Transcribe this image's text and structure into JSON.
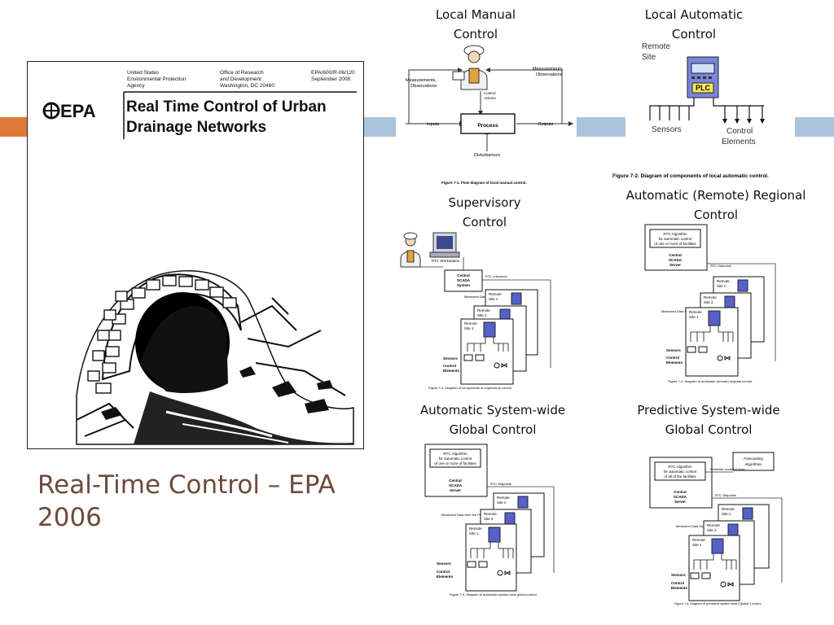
{
  "colors": {
    "accent_orange": "#e0783a",
    "accent_blue": "#a9c4dd",
    "title_brown": "#6e4a3c"
  },
  "slide": {
    "title": "Real-Time Control – EPA 2006"
  },
  "report": {
    "header_col1": [
      "United States",
      "Environmental Protection",
      "Agency"
    ],
    "header_col2": [
      "Office of Research",
      "and Development",
      "Washington, DC 20460"
    ],
    "header_col3": [
      "EPA/600/R-06/120",
      "September 2006"
    ],
    "logo_text": "EPA",
    "title_line1": "Real Time Control of Urban",
    "title_line2": "Drainage Networks"
  },
  "captions": {
    "local_manual": [
      "Local Manual",
      "Control"
    ],
    "local_automatic": [
      "Local Automatic",
      "Control"
    ],
    "supervisory": [
      "Supervisory",
      "Control"
    ],
    "regional": [
      "Automatic (Remote) Regional",
      "Control"
    ],
    "system_wide": [
      "Automatic System-wide",
      "Global Control"
    ],
    "predictive": [
      "Predictive System-wide",
      "Global Control"
    ]
  },
  "fig_manual": {
    "meas_left": [
      "Measurements,",
      "Observations"
    ],
    "meas_right": [
      "Measurements,",
      "Observations"
    ],
    "inputs": "Inputs",
    "process": "Process",
    "outputs": "Outputs",
    "control_actions": [
      "Control",
      "Actions"
    ],
    "disturbances": "Disturbances",
    "caption": "Figure 7-1.  Flow diagram of  local manual control."
  },
  "fig_auto": {
    "remote_site": [
      "Remote",
      "Site"
    ],
    "plc": "PLC",
    "sensors": "Sensors",
    "control_elements": [
      "Control",
      "Elements"
    ],
    "caption": "Figure 7-2.  Diagram of components of local automatic control."
  },
  "fig_super": {
    "workstation": "RTC Workstation",
    "scada": [
      "Central",
      "SCADA",
      "System"
    ],
    "rtc_outcomes": "RTC outcomes",
    "measured": "Measured Data from the Field",
    "site_n": [
      "Remote",
      "Site n"
    ],
    "site_2": [
      "Remote",
      "Site 2"
    ],
    "site_1": [
      "Remote",
      "Site 1"
    ],
    "sensors": "Sensors",
    "control_elements": [
      "Control",
      "Elements"
    ],
    "caption": "Figure 7-3.  Diagram of components of supervisory control."
  },
  "fig_regional": {
    "algo": [
      "RTC Algorithm",
      "for automatic control",
      "of one or more of facilities"
    ],
    "server": [
      "Central",
      "SCADA",
      "Server"
    ],
    "setpoints": "RTC Setpoints",
    "measured": "Measured Data from the Field",
    "site_n": [
      "Remote",
      "Site n"
    ],
    "site_2": [
      "Remote",
      "Site 2"
    ],
    "site_1": [
      "Remote",
      "Site 1"
    ],
    "sensors": "Sensors",
    "control_elements": [
      "Control",
      "Elements"
    ],
    "caption": "Figure 7-4.  Diagram of automatic (remote) regional control."
  },
  "fig_global": {
    "algo": [
      "RTC Algorithm",
      "for automatic control",
      "of one or more of facilities"
    ],
    "server": [
      "Central",
      "SCADA",
      "Server"
    ],
    "setpoints": "RTC Setpoints",
    "measured": "Measured Data from the Field",
    "site_n": [
      "Remote",
      "Site n"
    ],
    "site_2": [
      "Remote",
      "Site 2"
    ],
    "site_1": [
      "Remote",
      "Site 1"
    ],
    "sensors": "Sensors",
    "control_elements": [
      "Control",
      "Elements"
    ],
    "caption": "Figure 7-5.  Diagram of automatic system-wide global control."
  },
  "fig_predictive": {
    "forecasting": [
      "Forecasting",
      "Algorithms"
    ],
    "algo": [
      "RTC Algorithm",
      "for automatic control",
      "of all of the facilities"
    ],
    "predictive_note": "Predictive control of flows",
    "server": [
      "Central",
      "SCADA",
      "Server"
    ],
    "setpoints": "RTC Setpoints",
    "measured": "Measured Data from the Field",
    "site_n": [
      "Remote",
      "Site n"
    ],
    "site_2": [
      "Remote",
      "Site 2"
    ],
    "site_1": [
      "Remote",
      "Site 1"
    ],
    "sensors": "Sensors",
    "control_elements": [
      "Control",
      "Elements"
    ],
    "caption": "Figure 7-6.  Diagram of predictive system-wide (\"global\") control."
  }
}
